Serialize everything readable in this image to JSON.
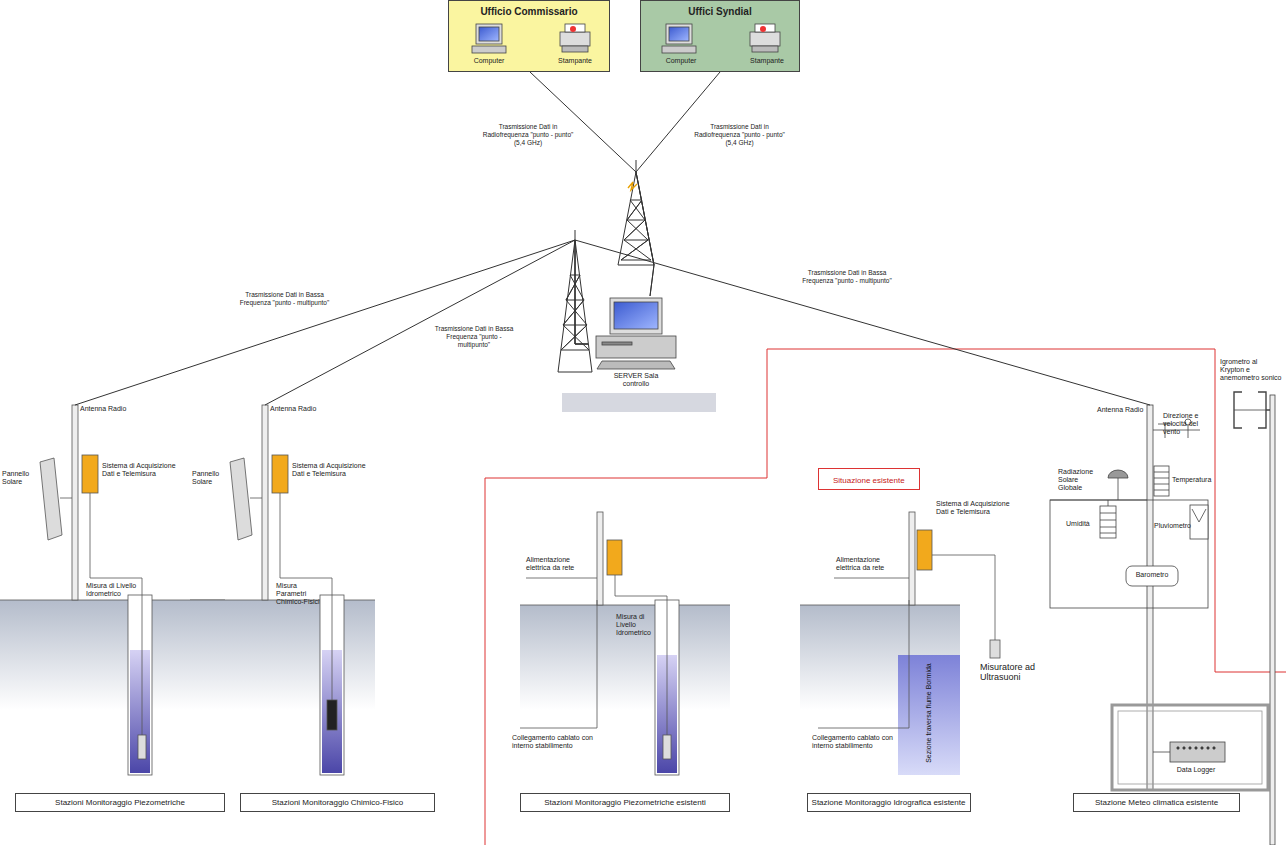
{
  "diagram": {
    "nodes": [
      {
        "text": [
          "Ufficio Commissario",
          "Computer",
          "Stampante"
        ]
      },
      {
        "text": [
          "Uffici Syndial",
          "Computer",
          "Stampante"
        ]
      },
      {
        "text": [
          "SERVER Sala controllo"
        ]
      },
      {
        "text": [
          "Situazione esistente"
        ]
      },
      {
        "text": [
          "Stazioni Monitoraggio Piezometriche"
        ]
      },
      {
        "text": [
          "Stazioni Monitoraggio Chimico-Fisico"
        ]
      },
      {
        "text": [
          "Stazioni Monitoraggio Piezometriche esistenti"
        ]
      },
      {
        "text": [
          "Stazione Monitoraggio Idrografica esistente"
        ]
      },
      {
        "text": [
          "Stazione Meteo climatica esistente"
        ]
      }
    ],
    "edges": [
      {
        "from": 2,
        "to": 0,
        "arrow": "none",
        "label": "Trasmissione Dati in Radiofrequenza \"punto - punto\" (5,4 GHz)"
      },
      {
        "from": 2,
        "to": 1,
        "arrow": "none",
        "label": "Trasmissione Dati in Radiofrequenza \"punto - punto\" (5,4 GHz)"
      },
      {
        "from": 2,
        "to": 4,
        "arrow": "none",
        "label": "Trasmissione Dati in Bassa Frequenza \"punto - multipunto\""
      },
      {
        "from": 2,
        "to": 5,
        "arrow": "none",
        "label": "Trasmissione Dati in Bassa Frequenza \"punto - multipunto\""
      },
      {
        "from": 2,
        "to": 8,
        "arrow": "none",
        "label": "Trasmissione Dati in Bassa Frequenza \"punto - multipunto\""
      }
    ],
    "labels": [
      "Antenna Radio",
      "Pannello Solare",
      "Sistema di Acquisizione Dati e Telemisura",
      "Misura di Livello Idrometrico",
      "Antenna Radio",
      "Pannello Solare",
      "Sistema di Acquisizione Dati e Telemisura",
      "Misura Parametri Chimico-Fisici",
      "Alimentazione elettrica da rete",
      "Misura di Livello Idrometrico",
      "Collegamento cablato con interno stabilimento",
      "Sistema di Acquisizione Dati e Telemisura",
      "Misuratore ad Ultrasuoni",
      "Alimentazione elettrica da rete",
      "Collegamento cablato con interno stabilimento",
      "Sezione traversa fiume Bormida",
      "Antenna Radio",
      "Direzione e velocità del vento",
      "Radiazione Solare Globale",
      "Temperatura",
      "Umidità",
      "Pluviometro",
      "Barometro",
      "Data Logger",
      "Igrometro al Krypton e anemometro sonico"
    ]
  }
}
